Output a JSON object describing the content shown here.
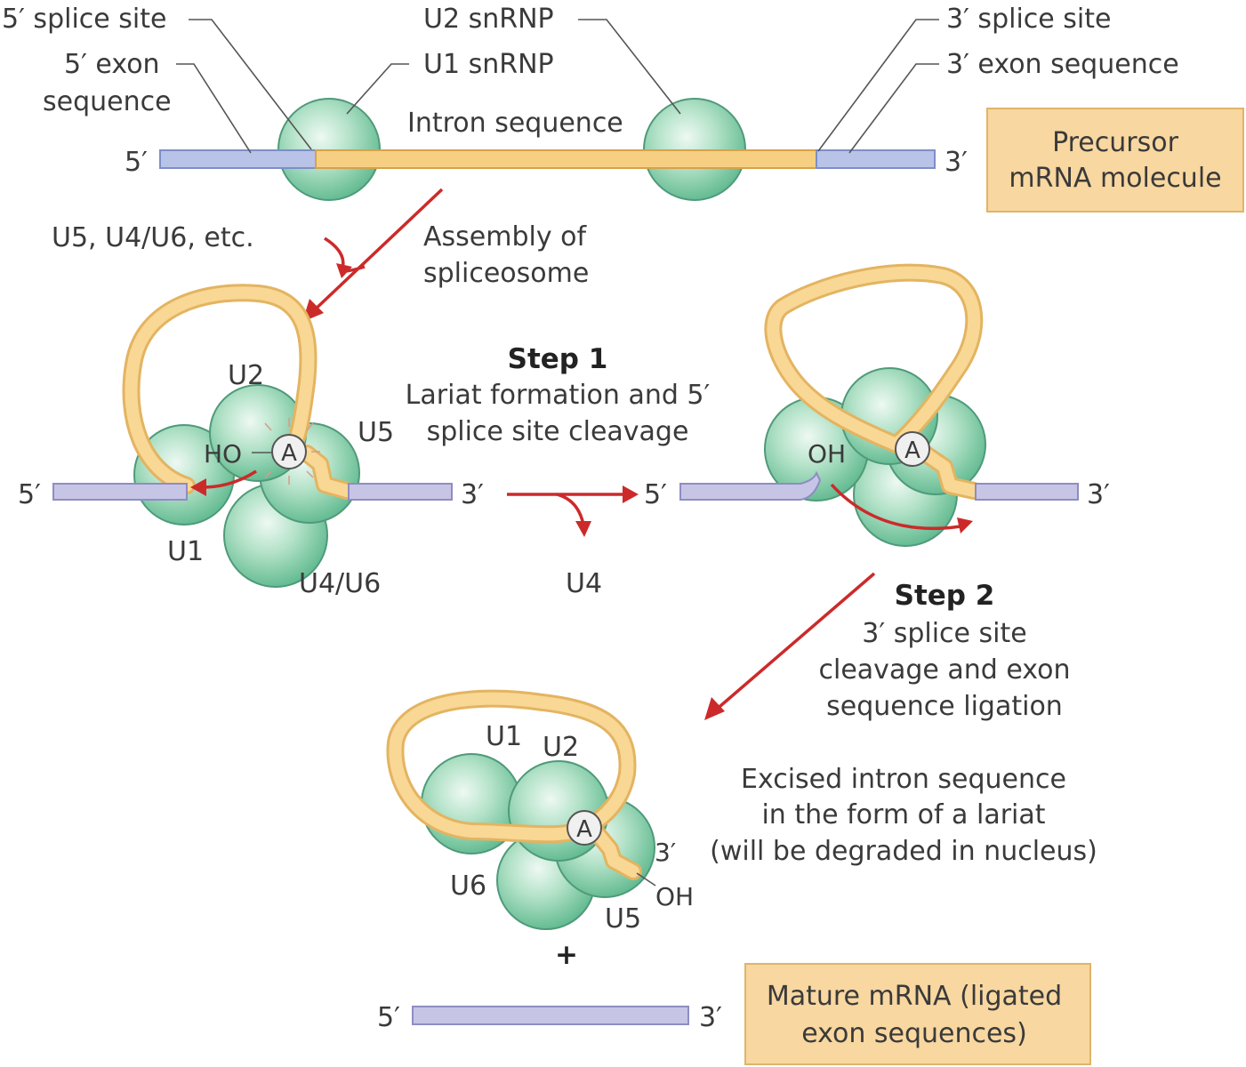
{
  "labels": {
    "five_splice_site": "5′ splice site",
    "five_exon_line1": "5′ exon",
    "five_exon_line2": "sequence",
    "u2_snrnp": "U2 snRNP",
    "u1_snrnp": "U1 snRNP",
    "three_splice_site": "3′ splice site",
    "three_exon_sequence": "3′ exon sequence",
    "intron_sequence": "Intron sequence",
    "five_prime": "5′",
    "three_prime": "3′",
    "precursor_line1": "Precursor",
    "precursor_line2": "mRNA molecule",
    "u5_u4u6_etc": "U5, U4/U6, etc.",
    "assembly_line1": "Assembly of",
    "assembly_line2": "spliceosome",
    "step1_title": "Step 1",
    "step1_line1": "Lariat formation and 5′",
    "step1_line2": "splice site cleavage",
    "u2": "U2",
    "u5": "U5",
    "u1": "U1",
    "u4u6": "U4/U6",
    "u4": "U4",
    "u6": "U6",
    "ho": "HO",
    "oh": "OH",
    "a": "A",
    "step2_title": "Step 2",
    "step2_line1": "3′ splice site",
    "step2_line2": "cleavage and exon",
    "step2_line3": "sequence ligation",
    "excised_line1": "Excised intron sequence",
    "excised_line2": "in the form of a lariat",
    "excised_line3": "(will be degraded in nucleus)",
    "plus": "+",
    "mature_line1": "Mature mRNA (ligated",
    "mature_line2": "exon sequences)"
  },
  "colors": {
    "exon": "#b9c3e8",
    "intron": "#f7cf82",
    "snrnp": "#8fd3b0",
    "arrow": "#cc2a2a",
    "box": "#f8d7a0"
  }
}
